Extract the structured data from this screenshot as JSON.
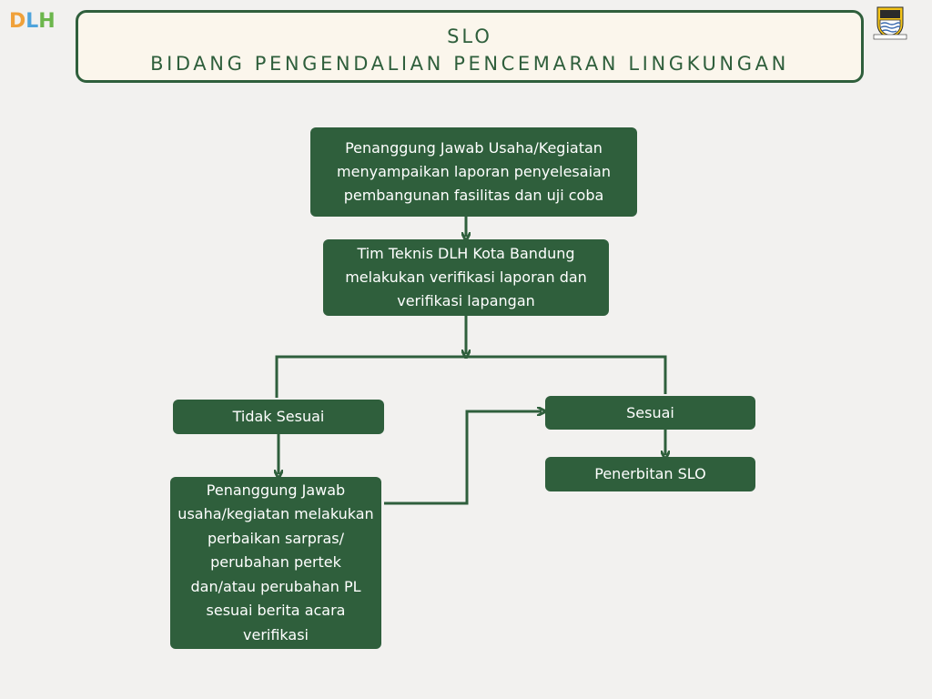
{
  "header": {
    "logo_text": [
      "D",
      "L",
      "H"
    ],
    "title_line1": "SLO",
    "title_line2": "BIDANG PENGENDALIAN PENCEMARAN LINGKUNGAN"
  },
  "flow": {
    "step_report": "Penanggung Jawab Usaha/Kegiatan menyampaikan laporan penyelesaian pembangunan fasilitas dan uji coba",
    "step_verification": "Tim Teknis DLH Kota Bandung melakukan verifikasi laporan dan verifikasi lapangan",
    "outcome_not_ok": "Tidak Sesuai",
    "outcome_ok": "Sesuai",
    "step_issuance": "Penerbitan SLO",
    "step_fix": "Penanggung Jawab usaha/kegiatan melakukan perbaikan sarpras/ perubahan pertek dan/atau perubahan PL sesuai berita acara verifikasi"
  },
  "colors": {
    "background": "#f2f1ef",
    "primary_green": "#2f5f3c",
    "title_fill": "#fbf6ec",
    "node_text": "#ffffff",
    "logo_orange": "#f0a13a",
    "logo_blue": "#4fa4dc",
    "logo_green": "#6cb64c"
  },
  "icons": {
    "left_logo": "dlh-logo",
    "right_logo": "city-emblem-icon"
  }
}
